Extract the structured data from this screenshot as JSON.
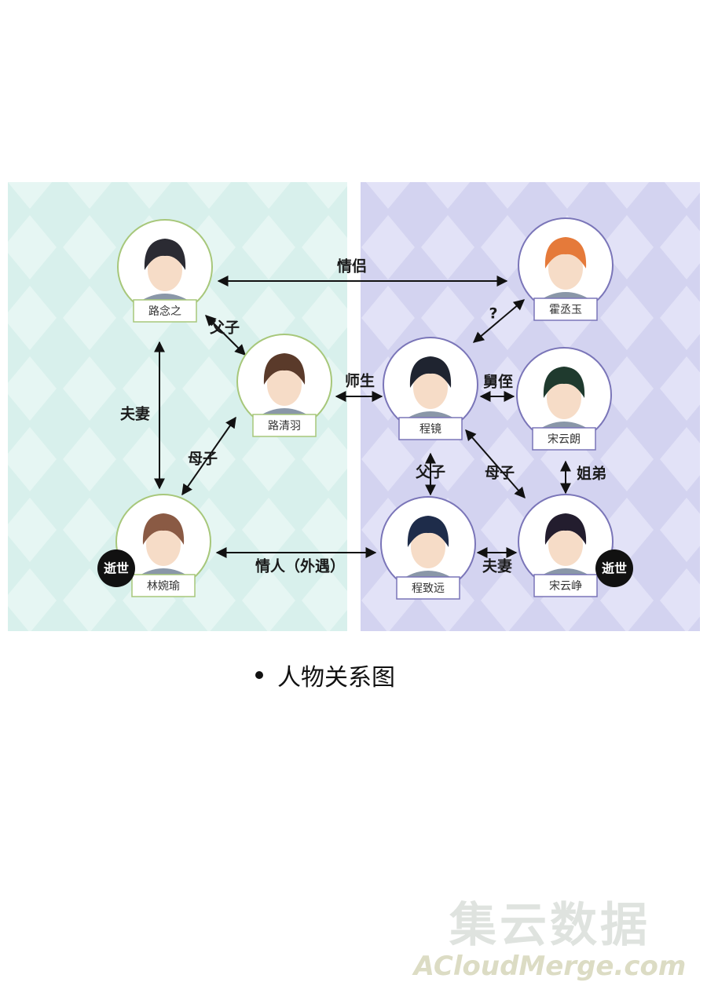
{
  "caption": "人物关系图",
  "watermark": {
    "cn": "集云数据",
    "en": "ACloudMerge.com"
  },
  "colors": {
    "left_panel": "#d8f0ec",
    "right_panel": "#d3d3f0",
    "left_frame": "#a7c77a",
    "right_frame": "#7a75b8",
    "deceased_badge": "#111111"
  },
  "characters": [
    {
      "id": "lu_nianzhi",
      "name": "路念之",
      "side": "left",
      "hair": "#2b2b33"
    },
    {
      "id": "lu_qingyu",
      "name": "路清羽",
      "side": "left",
      "hair": "#5a3a2a"
    },
    {
      "id": "lin_wanyu",
      "name": "林婉瑜",
      "side": "left",
      "hair": "#8a5a44",
      "badge": "逝世"
    },
    {
      "id": "huo_chengyu",
      "name": "霍丞玉",
      "side": "right",
      "hair": "#e57a3a"
    },
    {
      "id": "cheng_jing",
      "name": "程镜",
      "side": "right",
      "hair": "#1f2430"
    },
    {
      "id": "song_yunlang",
      "name": "宋云朗",
      "side": "right",
      "hair": "#1f3a2e"
    },
    {
      "id": "cheng_zhiyuan",
      "name": "程致远",
      "side": "right",
      "hair": "#1e2c4a"
    },
    {
      "id": "song_yunzheng",
      "name": "宋云峥",
      "side": "right",
      "hair": "#231d2e",
      "badge": "逝世"
    }
  ],
  "relations": [
    {
      "from": "lu_nianzhi",
      "to": "huo_chengyu",
      "label": "情侣"
    },
    {
      "from": "lu_nianzhi",
      "to": "lu_qingyu",
      "label": "父子"
    },
    {
      "from": "lu_nianzhi",
      "to": "lin_wanyu",
      "label": "夫妻"
    },
    {
      "from": "lin_wanyu",
      "to": "lu_qingyu",
      "label": "母子"
    },
    {
      "from": "lu_qingyu",
      "to": "cheng_jing",
      "label": "师生"
    },
    {
      "from": "cheng_jing",
      "to": "huo_chengyu",
      "label": "?"
    },
    {
      "from": "cheng_jing",
      "to": "song_yunlang",
      "label": "舅侄"
    },
    {
      "from": "cheng_jing",
      "to": "cheng_zhiyuan",
      "label": "父子"
    },
    {
      "from": "cheng_jing",
      "to": "song_yunzheng",
      "label": "母子"
    },
    {
      "from": "song_yunlang",
      "to": "song_yunzheng",
      "label": "姐弟"
    },
    {
      "from": "lin_wanyu",
      "to": "cheng_zhiyuan",
      "label": "情人（外遇）"
    },
    {
      "from": "song_yunzheng",
      "to": "cheng_zhiyuan",
      "label": "夫妻"
    }
  ]
}
